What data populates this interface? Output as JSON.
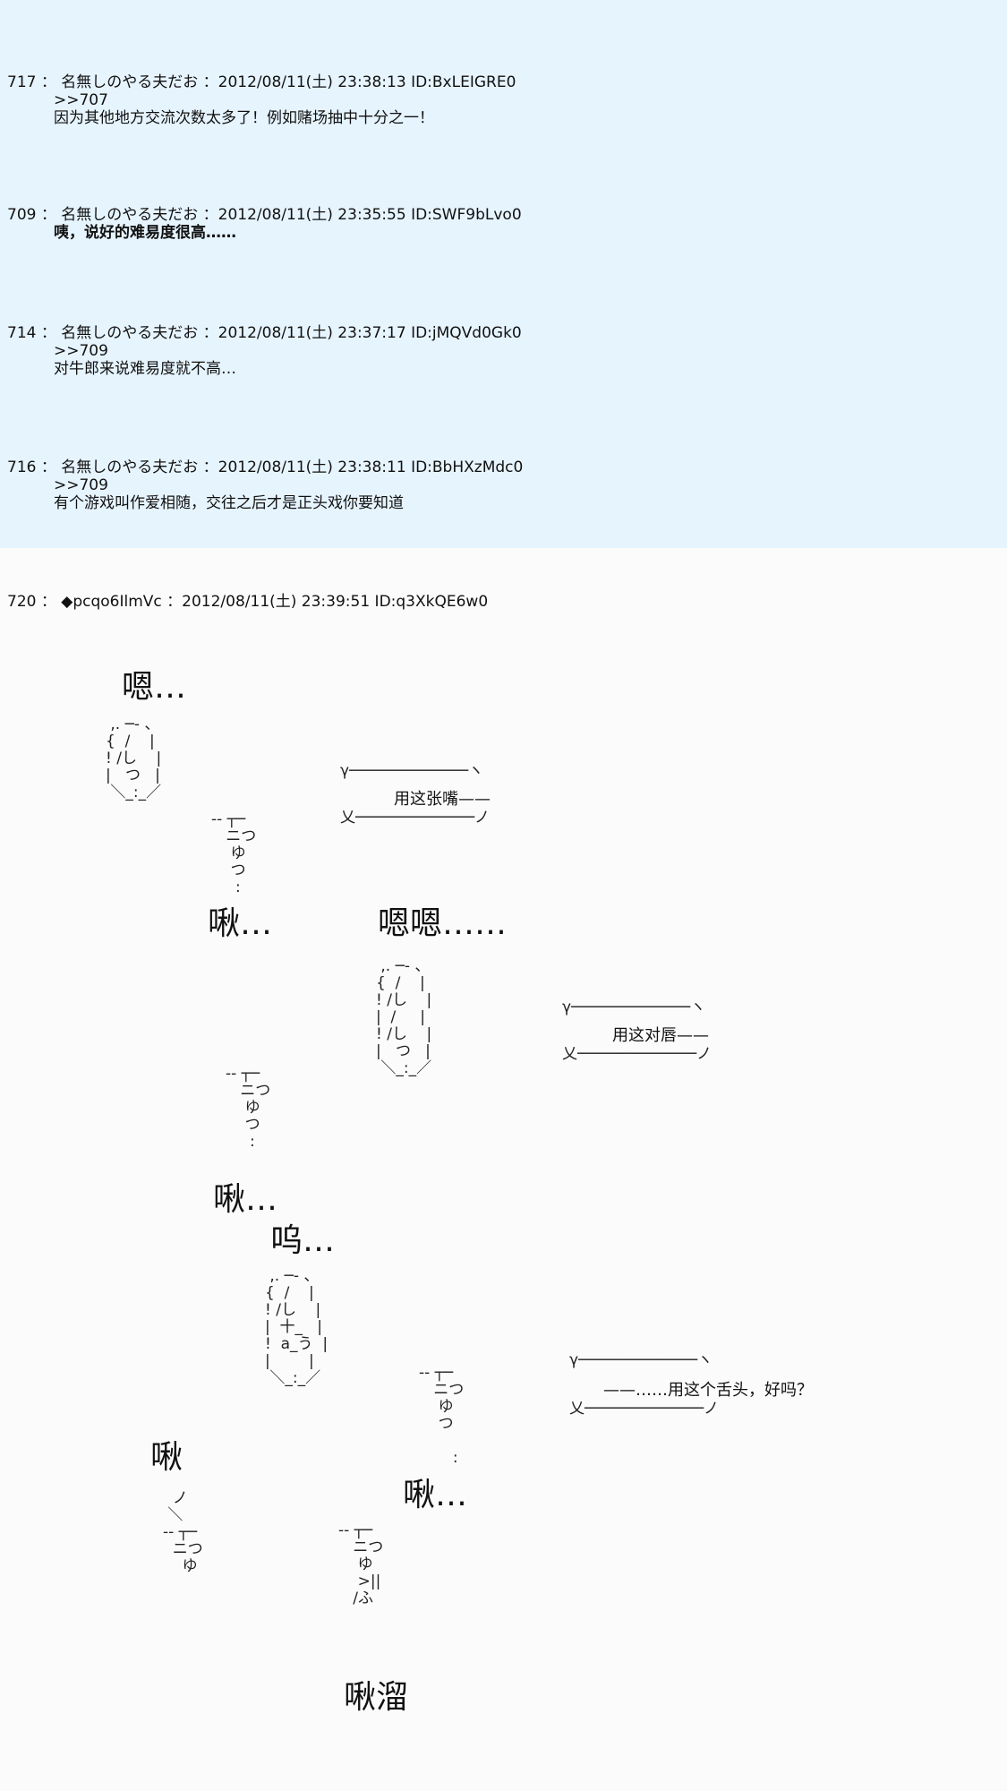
{
  "posts": [
    {
      "header": "717 ： 名無しのやる夫だお ：2012/08/11(土) 23:38:13 ID:BxLEIGRE0",
      "lines": [
        ">>707",
        "因为其他地方交流次数太多了！例如赌场抽中十分之一！"
      ]
    },
    {
      "header": "709 ： 名無しのやる夫だお ：2012/08/11(土) 23:35:55 ID:SWF9bLvo0",
      "lines": [
        "咦，说好的难易度很高……"
      ]
    },
    {
      "header": "714 ： 名無しのやる夫だお ：2012/08/11(土) 23:37:17 ID:jMQVd0Gk0",
      "lines": [
        ">>709",
        "对牛郎来说难易度就不高…"
      ]
    },
    {
      "header": "716 ： 名無しのやる夫だお ：2012/08/11(土) 23:38:11 ID:BbHXzMdc0",
      "lines": [
        ">>709",
        "有个游戏叫作爱相随，交往之后才是正头戏你要知道"
      ]
    }
  ],
  "main_post": {
    "header": "720 ： ◆pcqo6IlmVc ：2012/08/11(土) 23:39:51 ID:q3XkQE6w0"
  },
  "art": {
    "sfx_en": "嗯…",
    "sfx_enen": "嗯嗯……",
    "sfx_wu": "呜…",
    "sfx_qiu1": "啾…",
    "sfx_qiu2": "啾…",
    "sfx_qiu3": "啾…",
    "sfx_qiu_plain": "啾",
    "sfx_qiuliu": "啾溜",
    "bubble1": "用这张嘴——",
    "bubble2": "用这对唇——",
    "bubble3": "——……用这个舌头，好吗？",
    "face1": " ,. ─‐ 、\n{  /    |\n! /し    |\n|   つ   |\n ＼_:_／",
    "face2": " ,. ─‐ 、\n{  /    |\n! /し    |\n|  /     |\n! /し    |\n|   つ   |\n ＼_:_／",
    "face3": " ,. ─‐ 、\n{  /    |\n! /し    |\n|  十_   |\n!  a_う  |\n|        |\n ＼_:_／",
    "kiss_a": "-- ┬─\n   ニつ\n    ゆ\n    つ\n     :",
    "kiss_b": "-- ┬─\n   ニつ\n    ゆ\n    つ\n     :",
    "kiss_c": "-- ┬─\n   ニつ\n    ゆ\n    つ\n\n       :",
    "kiss_d": "  ノ\n ＼\n-- ┬─\n  ニつ\n    ゆ",
    "kiss_e": "-- ┬─\n   ニつ\n    ゆ\n    >||\n   /ふ",
    "bubble_frame_top": "γ─────────────ヽ",
    "bubble_frame_bottom": "乂─────────────ノ"
  }
}
